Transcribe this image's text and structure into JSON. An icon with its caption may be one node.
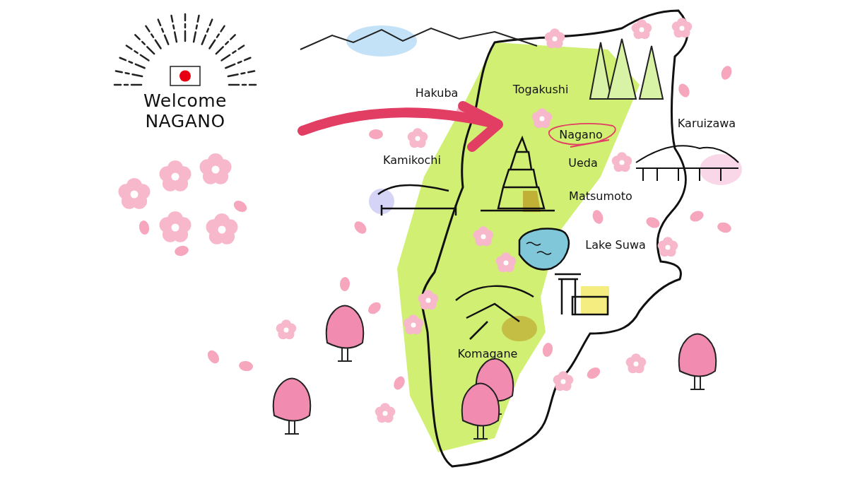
{
  "diagram": {
    "title": "Welcome NAGANO",
    "nodes": [
      {
        "text": [
          "Nagano"
        ]
      }
    ],
    "labels": [
      "Hakuba",
      "Togakushi",
      "Karuizawa",
      "Kamikochi",
      "Ueda",
      "Matsumoto",
      "Lake Suwa",
      "Komagane"
    ]
  }
}
